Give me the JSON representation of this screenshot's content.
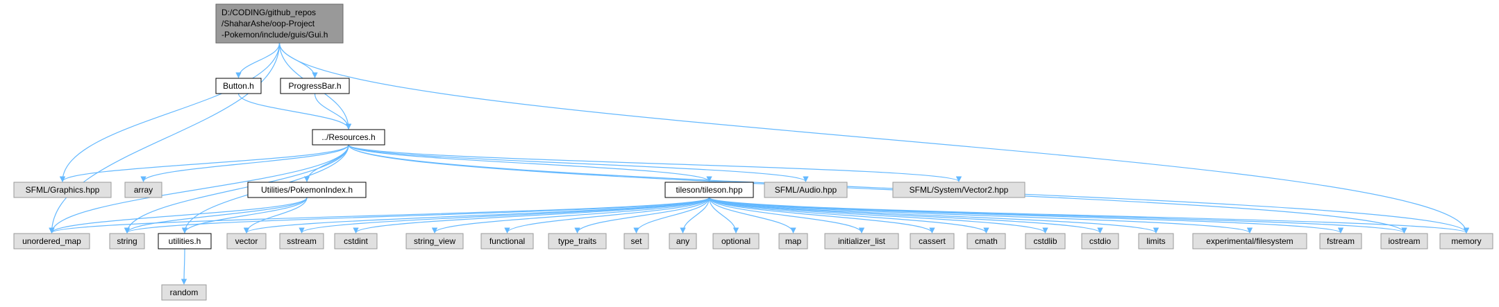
{
  "colors": {
    "edge": "#63b8ff",
    "root_fill": "#999999",
    "root_border": "#666666",
    "file_fill": "#ffffff",
    "file_border": "#000000",
    "system_fill": "#e0e0e0",
    "system_border": "#999999"
  },
  "nodes": {
    "gui": {
      "lines": [
        "D:/CODING/github_repos",
        "/ShaharAshe/oop-Project",
        "-Pokemon/include/guis/Gui.h"
      ],
      "kind": "root"
    },
    "button": {
      "label": "Button.h",
      "kind": "file"
    },
    "progress": {
      "label": "ProgressBar.h",
      "kind": "file"
    },
    "resources": {
      "label": "../Resources.h",
      "kind": "file"
    },
    "sfml_graphics": {
      "label": "SFML/Graphics.hpp",
      "kind": "system"
    },
    "array": {
      "label": "array",
      "kind": "system"
    },
    "pokemon_index": {
      "label": "Utilities/PokemonIndex.h",
      "kind": "file"
    },
    "tileson": {
      "label": "tileson/tileson.hpp",
      "kind": "file"
    },
    "sfml_audio": {
      "label": "SFML/Audio.hpp",
      "kind": "system"
    },
    "sfml_vector2": {
      "label": "SFML/System/Vector2.hpp",
      "kind": "system"
    },
    "unordered_map": {
      "label": "unordered_map",
      "kind": "system"
    },
    "string": {
      "label": "string",
      "kind": "system"
    },
    "utilities": {
      "label": "utilities.h",
      "kind": "file"
    },
    "vector": {
      "label": "vector",
      "kind": "system"
    },
    "sstream": {
      "label": "sstream",
      "kind": "system"
    },
    "cstdint": {
      "label": "cstdint",
      "kind": "system"
    },
    "string_view": {
      "label": "string_view",
      "kind": "system"
    },
    "functional": {
      "label": "functional",
      "kind": "system"
    },
    "type_traits": {
      "label": "type_traits",
      "kind": "system"
    },
    "set": {
      "label": "set",
      "kind": "system"
    },
    "any": {
      "label": "any",
      "kind": "system"
    },
    "optional": {
      "label": "optional",
      "kind": "system"
    },
    "map": {
      "label": "map",
      "kind": "system"
    },
    "initializer_list": {
      "label": "initializer_list",
      "kind": "system"
    },
    "cassert": {
      "label": "cassert",
      "kind": "system"
    },
    "cmath": {
      "label": "cmath",
      "kind": "system"
    },
    "cstdlib": {
      "label": "cstdlib",
      "kind": "system"
    },
    "cstdio": {
      "label": "cstdio",
      "kind": "system"
    },
    "limits": {
      "label": "limits",
      "kind": "system"
    },
    "filesystem": {
      "label": "experimental/filesystem",
      "kind": "system"
    },
    "fstream": {
      "label": "fstream",
      "kind": "system"
    },
    "iostream": {
      "label": "iostream",
      "kind": "system"
    },
    "memory": {
      "label": "memory",
      "kind": "system"
    },
    "random": {
      "label": "random",
      "kind": "system"
    }
  },
  "edges": [
    [
      "gui",
      "button"
    ],
    [
      "gui",
      "progress"
    ],
    [
      "gui",
      "resources"
    ],
    [
      "gui",
      "sfml_graphics"
    ],
    [
      "gui",
      "unordered_map"
    ],
    [
      "gui",
      "memory"
    ],
    [
      "button",
      "resources"
    ],
    [
      "progress",
      "resources"
    ],
    [
      "resources",
      "sfml_graphics"
    ],
    [
      "resources",
      "array"
    ],
    [
      "resources",
      "pokemon_index"
    ],
    [
      "resources",
      "tileson"
    ],
    [
      "resources",
      "sfml_audio"
    ],
    [
      "resources",
      "sfml_vector2"
    ],
    [
      "resources",
      "unordered_map"
    ],
    [
      "resources",
      "string"
    ],
    [
      "resources",
      "utilities"
    ],
    [
      "resources",
      "memory"
    ],
    [
      "resources",
      "iostream"
    ],
    [
      "pokemon_index",
      "unordered_map"
    ],
    [
      "pokemon_index",
      "string"
    ],
    [
      "pokemon_index",
      "utilities"
    ],
    [
      "pokemon_index",
      "vector"
    ],
    [
      "tileson",
      "unordered_map"
    ],
    [
      "tileson",
      "string"
    ],
    [
      "tileson",
      "vector"
    ],
    [
      "tileson",
      "sstream"
    ],
    [
      "tileson",
      "cstdint"
    ],
    [
      "tileson",
      "string_view"
    ],
    [
      "tileson",
      "functional"
    ],
    [
      "tileson",
      "type_traits"
    ],
    [
      "tileson",
      "set"
    ],
    [
      "tileson",
      "any"
    ],
    [
      "tileson",
      "optional"
    ],
    [
      "tileson",
      "map"
    ],
    [
      "tileson",
      "initializer_list"
    ],
    [
      "tileson",
      "cassert"
    ],
    [
      "tileson",
      "cmath"
    ],
    [
      "tileson",
      "cstdlib"
    ],
    [
      "tileson",
      "cstdio"
    ],
    [
      "tileson",
      "limits"
    ],
    [
      "tileson",
      "filesystem"
    ],
    [
      "tileson",
      "fstream"
    ],
    [
      "tileson",
      "iostream"
    ],
    [
      "tileson",
      "memory"
    ],
    [
      "utilities",
      "random"
    ]
  ]
}
